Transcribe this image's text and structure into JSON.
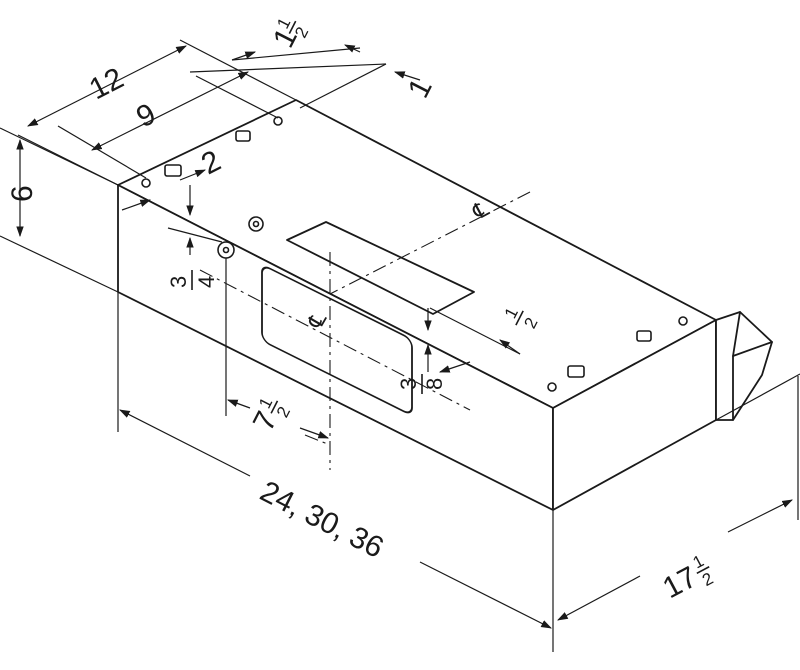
{
  "dimensions": {
    "overall_depth": "12",
    "knockout_depth_offset": "9",
    "top_offset_whole": "1",
    "top_offset_frac_num": "1",
    "top_offset_frac_den": "2",
    "rear_offset": "1",
    "side_inset": "2",
    "height": "6",
    "vertical_offset_num": "3",
    "vertical_offset_den": "4",
    "duct_offset_whole": "7",
    "duct_offset_frac_num": "1",
    "duct_offset_frac_den": "2",
    "front_inset_num": "1",
    "front_inset_den": "2",
    "lip_num": "3",
    "lip_den": "8",
    "widths": "24, 30, 36",
    "front_depth_whole": "17",
    "front_depth_frac_num": "1",
    "front_depth_frac_den": "2"
  },
  "markers": {
    "centerline_symbol": "℄"
  }
}
